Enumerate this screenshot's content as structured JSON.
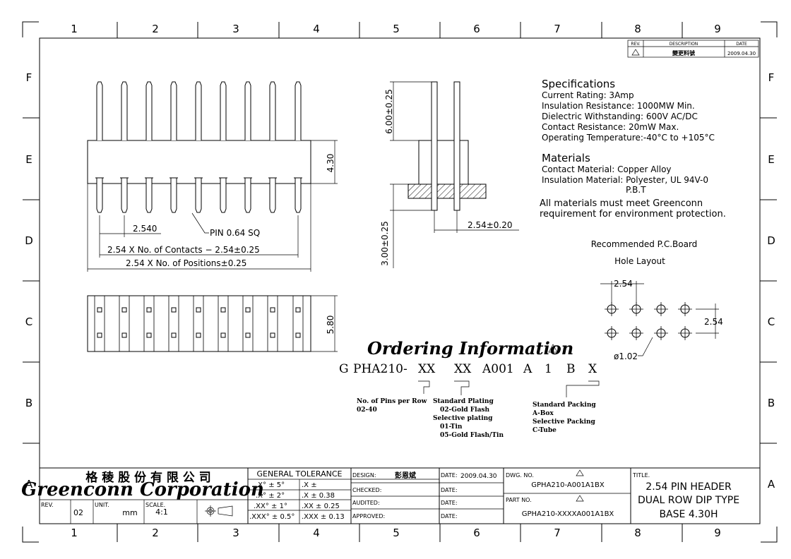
{
  "zones": {
    "columns": [
      "1",
      "2",
      "3",
      "4",
      "5",
      "6",
      "7",
      "8",
      "9"
    ],
    "rows": [
      "F",
      "E",
      "D",
      "C",
      "B",
      "A"
    ]
  },
  "revision_block": {
    "headers": [
      "REV.",
      "DESCRIPTION",
      "DATE"
    ],
    "description": "變更料號",
    "date": "2009.04.30"
  },
  "specifications": {
    "title": "Specifications",
    "lines": [
      "Current Rating:  3Amp",
      "Insulation Resistance: 1000MW Min.",
      "Dielectric Withstanding:  600V AC/DC",
      "Contact Resistance:  20mW Max.",
      "Operating Temperature:-40°C  to  +105°C"
    ]
  },
  "materials": {
    "title": "Materials",
    "contact": "Contact Material: Copper Alloy",
    "insulation": "Insulation Material: Polyester, UL 94V-0",
    "insulation2": "P.B.T",
    "note1": "All materials must meet Greenconn",
    "note2": "requirement for environment protection."
  },
  "dimensions": {
    "pitch": "2.540",
    "pin": "PIN 0.64 SQ",
    "contacts": "2.54 X No. of Contacts − 2.54±0.25",
    "positions": "2.54 X No. of Positions±0.25",
    "height": "4.30",
    "width": "5.80",
    "upper_pin": "6.00±0.25",
    "lower_pin": "3.00±0.25",
    "row_pitch": "2.54±0.20"
  },
  "pcb": {
    "title1": "Recommended P.C.Board",
    "title2": "Hole Layout",
    "pitch_x": "2.54",
    "pitch_y": "2.54",
    "hole": "ø1.02"
  },
  "ordering": {
    "title": "Ordering Information",
    "code": [
      "G",
      "PHA210-",
      "XX",
      "XX",
      "A001",
      "A",
      "1",
      "B",
      "X"
    ],
    "pins_label": "No. of Pins per Row",
    "pins_range": "02-40",
    "plating": [
      "Standard Plating",
      "02-Gold Flash",
      "Selective plating",
      "01-Tin",
      "05-Gold Flash/Tin"
    ],
    "packing": [
      "Standard Packing",
      "A-Box",
      "Selective Packing",
      "C-Tube"
    ]
  },
  "title_block": {
    "company_cn": "格 稜 股 份 有 限 公 司",
    "company": "Greenconn Corporation",
    "rev_label": "REV.",
    "rev": "02",
    "unit_label": "UNIT.",
    "unit": "mm",
    "scale_label": "SCALE.",
    "scale": "4:1",
    "tolerance_title": "GENERAL  TOLERANCE",
    "tol_angles": [
      ".X° ± 5°",
      ".X° ± 2°",
      ".XX° ± 1°",
      ".XXX° ± 0.5°"
    ],
    "tol_linear": [
      ".X    ±",
      ".X   ± 0.38",
      ".XX  ± 0.25",
      ".XXX ± 0.13"
    ],
    "roles": [
      "DESIGN:",
      "CHECKED:",
      "AUDITED:",
      "APPROVED:"
    ],
    "designer": "彭恩斌",
    "date_label": "DATE:",
    "design_date": "2009.04.30",
    "dwg_label": "DWG. NO.",
    "dwg_no": "GPHA210-A001A1BX",
    "part_label": "PART NO.",
    "part_no": "GPHA210-XXXXA001A1BX",
    "title_label": "TITLE.",
    "title_lines": [
      "2.54 PIN HEADER",
      "DUAL ROW DIP TYPE",
      "BASE 4.30H"
    ]
  }
}
